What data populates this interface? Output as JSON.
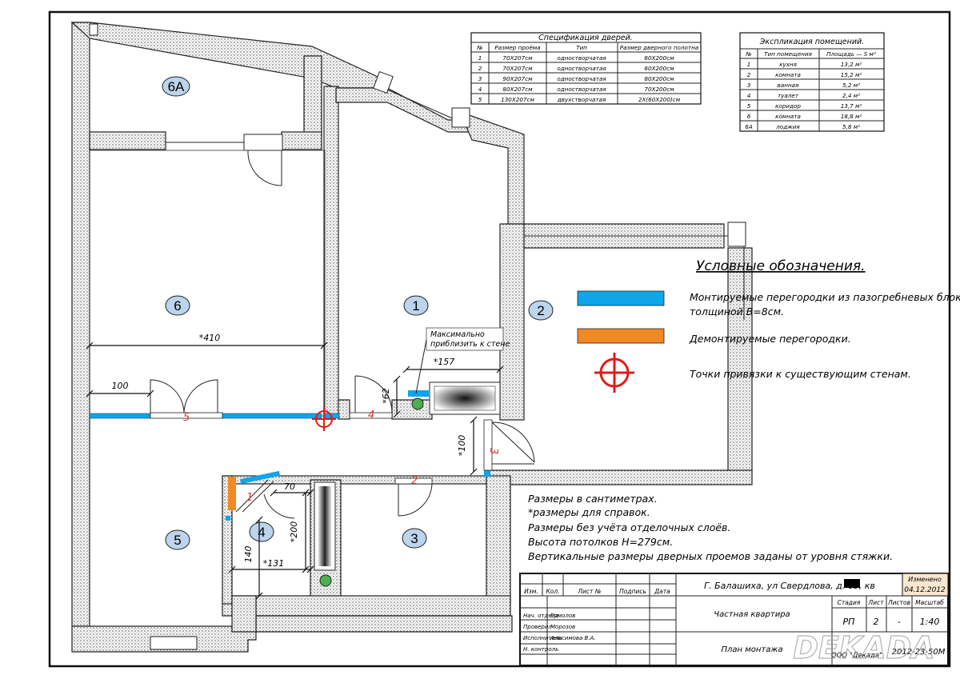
{
  "rooms": [
    {
      "id": "6A",
      "label": "6А"
    },
    {
      "id": "6",
      "label": "6"
    },
    {
      "id": "1",
      "label": "1"
    },
    {
      "id": "2",
      "label": "2"
    },
    {
      "id": "5",
      "label": "5"
    },
    {
      "id": "4",
      "label": "4"
    },
    {
      "id": "3",
      "label": "3"
    }
  ],
  "door_marks": [
    "5",
    "4",
    "3",
    "2",
    "1"
  ],
  "dimensions": {
    "d410": "*410",
    "d100_left": "100",
    "d157": "*157",
    "d62": "*62",
    "d100_corr": "*100",
    "d70": "70",
    "d200": "*200",
    "d140": "140",
    "d131": "*131"
  },
  "callout": {
    "line1": "Максимально",
    "line2": "приблизить к стене"
  },
  "doors_spec": {
    "title": "Спецификация дверей.",
    "headers": [
      "№",
      "Размер проёма",
      "Тип",
      "Размер дверного полотна"
    ],
    "rows": [
      [
        "1",
        "70Х207см",
        "одностворчатая",
        "60Х200см"
      ],
      [
        "2",
        "70Х207см",
        "одностворчатая",
        "60Х200см"
      ],
      [
        "3",
        "90Х207см",
        "одностворчатая",
        "80Х200см"
      ],
      [
        "4",
        "80Х207см",
        "одностворчатая",
        "70Х200см"
      ],
      [
        "5",
        "130Х207см",
        "двухстворчатая",
        "2Х(60Х200)см"
      ]
    ]
  },
  "rooms_spec": {
    "title": "Экспликация помещений.",
    "headers": [
      "№",
      "Тип помещения",
      "Площадь — S м²"
    ],
    "rows": [
      [
        "1",
        "кухня",
        "13,2 м²"
      ],
      [
        "2",
        "комната",
        "15,2 м²"
      ],
      [
        "3",
        "ванная",
        "5,2 м²"
      ],
      [
        "4",
        "туалет",
        "2,4 м²"
      ],
      [
        "5",
        "коридор",
        "13,7 м²"
      ],
      [
        "6",
        "комната",
        "18,8 м²"
      ],
      [
        "6А",
        "лоджия",
        "5,8 м²"
      ]
    ]
  },
  "legend": {
    "title": "Условные обозначения.",
    "items": [
      {
        "color": "#0ea5e9",
        "line1": "Монтируемые перегородки из пазогребневых блоков",
        "line2": "толщиной В=8см."
      },
      {
        "color": "#f08a24",
        "line1": "Демонтируемые перегородки.",
        "line2": ""
      },
      {
        "color": "#e01b1b",
        "line1": "Точки привязки к существующим стенам.",
        "line2": ""
      }
    ]
  },
  "notes": [
    "Размеры в сантиметрах.",
    "*размеры для справок.",
    "Размеры без учёта отделочных слоёв.",
    "Высота потолков Н=279см.",
    "Вертикальные размеры дверных проемов заданы от уровня стяжки."
  ],
  "title_block": {
    "address": "Г. Балашиха, ул Свердлова, д. 65, кв",
    "changed_label": "Изменено",
    "changed_date": "04.12.2012",
    "col_headers": [
      "Изм.",
      "Кол.",
      "Лист №",
      "Подпись",
      "Дата"
    ],
    "roles": [
      {
        "role": "Нач. отдела",
        "name": "Ермолов"
      },
      {
        "role": "Проверил",
        "name": "Морозов"
      },
      {
        "role": "Исполнитель",
        "name": "Анисимова В.А."
      },
      {
        "role": "Н. контроль",
        "name": ""
      }
    ],
    "project": "Частная квартира",
    "sheet": "План монтажа",
    "stage_headers": [
      "Стадия",
      "Лист",
      "Листов",
      "Масштаб"
    ],
    "stage_values": [
      "РП",
      "2",
      "-",
      "1:40"
    ],
    "org": "ООО \"Декада\"",
    "code": "2012-23-50М",
    "watermark": "DEKADA"
  },
  "colors": {
    "new_wall": "#0ea5e9",
    "demolish": "#f08a24",
    "anchor": "#e01b1b",
    "mark": "#e03030"
  }
}
